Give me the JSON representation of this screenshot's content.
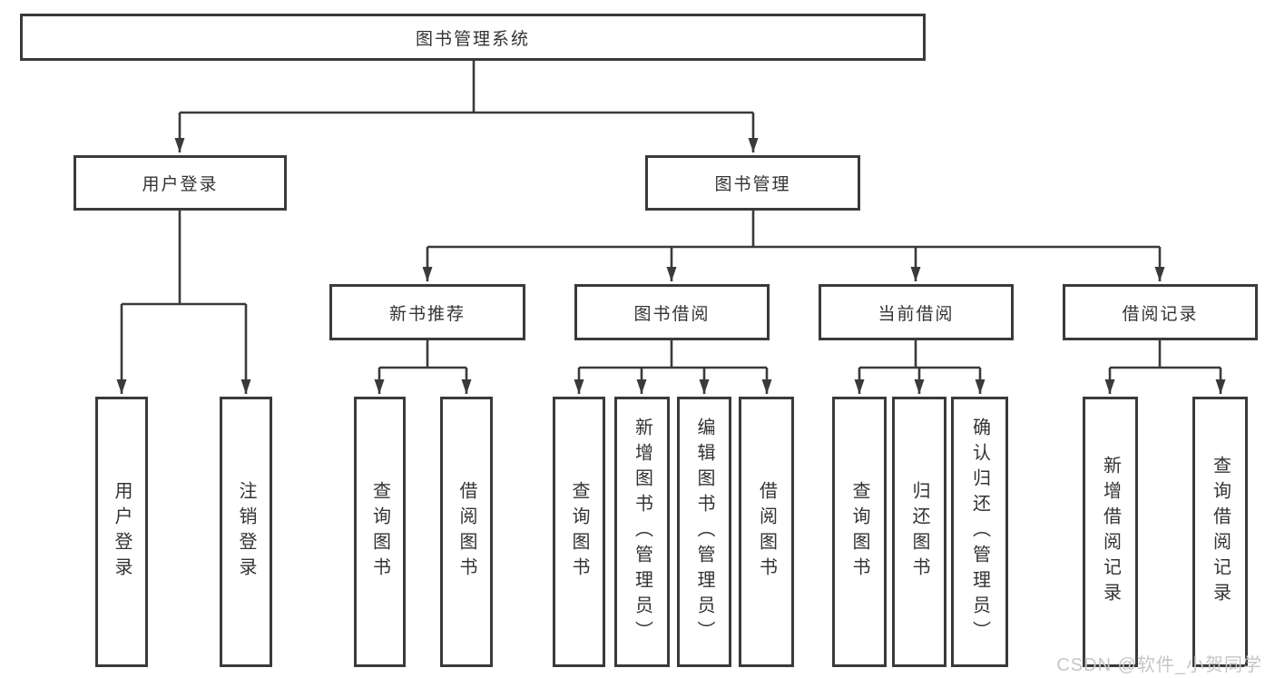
{
  "diagram": {
    "root": {
      "label": "图书管理系统",
      "children": [
        {
          "label": "用户登录",
          "children": [
            {
              "label": "用户登录"
            },
            {
              "label": "注销登录"
            }
          ]
        },
        {
          "label": "图书管理",
          "children": [
            {
              "label": "新书推荐",
              "children": [
                {
                  "label": "查询图书"
                },
                {
                  "label": "借阅图书"
                }
              ]
            },
            {
              "label": "图书借阅",
              "children": [
                {
                  "label": "查询图书"
                },
                {
                  "label": "新增图书（管理员）"
                },
                {
                  "label": "编辑图书（管理员）"
                },
                {
                  "label": "借阅图书"
                }
              ]
            },
            {
              "label": "当前借阅",
              "children": [
                {
                  "label": "查询图书"
                },
                {
                  "label": "归还图书"
                },
                {
                  "label": "确认归还（管理员）"
                }
              ]
            },
            {
              "label": "借阅记录",
              "children": [
                {
                  "label": "新增借阅记录"
                },
                {
                  "label": "查询借阅记录"
                }
              ]
            }
          ]
        }
      ]
    },
    "watermark": "CSDN @软件_小贺同学"
  },
  "colors": {
    "line": "#3a3a3a",
    "box_border": "#3a3a3a",
    "text": "#333333",
    "watermark": "#c6c6c6",
    "background": "#ffffff"
  }
}
